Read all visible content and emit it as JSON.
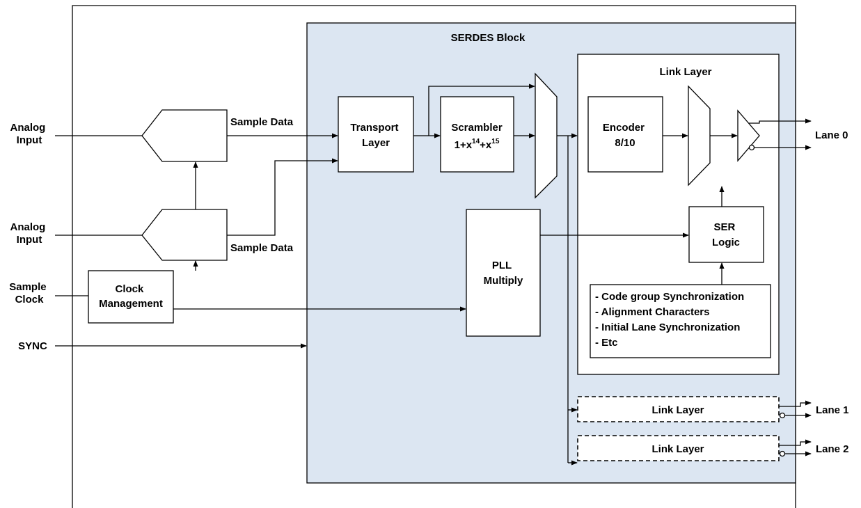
{
  "colors": {
    "serdes_fill": "#dce6f2",
    "line": "#000000",
    "background": "#ffffff"
  },
  "inputs": {
    "analog_input_1": [
      "Analog",
      "Input"
    ],
    "analog_input_2": [
      "Analog",
      "Input"
    ],
    "sample_clock": [
      "Sample",
      "Clock"
    ],
    "sync": "SYNC"
  },
  "adc": {
    "sample_data_1": "Sample Data",
    "sample_data_2": "Sample Data"
  },
  "clock_management": [
    "Clock",
    "Management"
  ],
  "serdes": {
    "title": "SERDES Block",
    "transport_layer": [
      "Transport",
      "Layer"
    ],
    "scrambler": {
      "name": "Scrambler",
      "poly_base": "1+x",
      "exp1": "14",
      "poly_mid": "+x",
      "exp2": "15"
    },
    "pll": [
      "PLL",
      "Multiply"
    ],
    "link_layer": {
      "title": "Link Layer",
      "encoder": [
        "Encoder",
        "8/10"
      ],
      "ser_logic": [
        "SER",
        "Logic"
      ],
      "functions": [
        "- Code group Synchronization",
        "- Alignment Characters",
        "- Initial Lane Synchronization",
        "- Etc"
      ]
    },
    "extra_link_layers": [
      "Link Layer",
      "Link Layer"
    ]
  },
  "lanes": [
    "Lane 0",
    "Lane 1",
    "Lane 2"
  ]
}
